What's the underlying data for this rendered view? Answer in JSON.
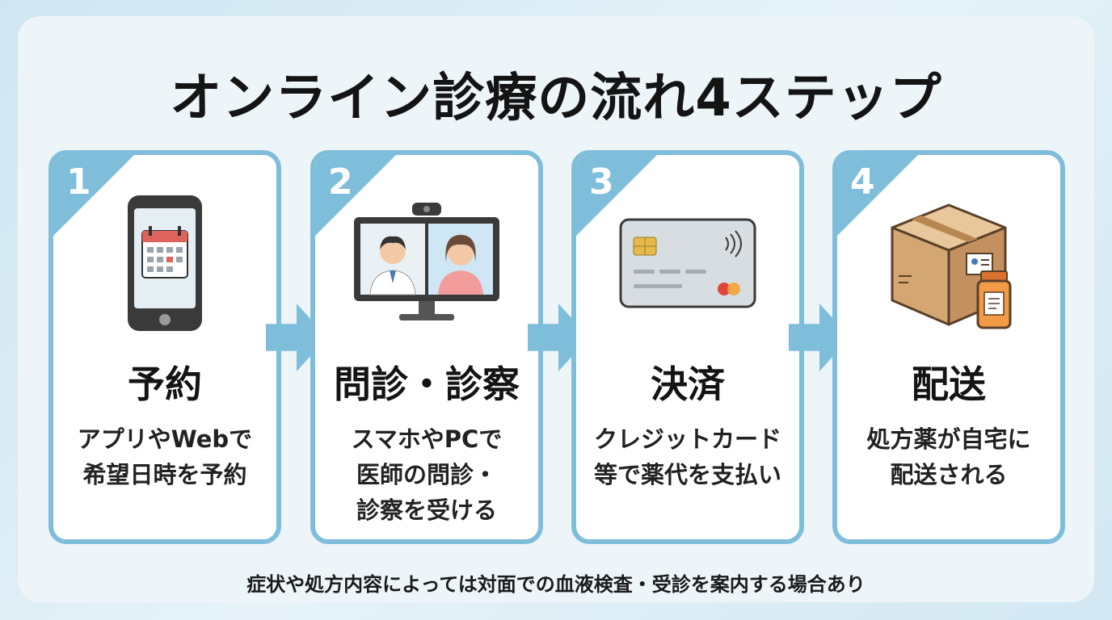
{
  "title": "オンライン診療の流れ4ステップ",
  "steps": [
    {
      "num": "1",
      "icon": "smartphone-calendar-icon",
      "title": "予約",
      "lines": [
        "アプリやWebで",
        "希望日時を予約"
      ]
    },
    {
      "num": "2",
      "icon": "video-consultation-icon",
      "title": "問診・診察",
      "lines": [
        "スマホやPCで",
        "医師の問診・",
        "診察を受ける"
      ]
    },
    {
      "num": "3",
      "icon": "credit-card-icon",
      "title": "決済",
      "lines": [
        "クレジットカード",
        "等で薬代を支払い"
      ]
    },
    {
      "num": "4",
      "icon": "package-medicine-icon",
      "title": "配送",
      "lines": [
        "処方薬が自宅に",
        "配送される"
      ]
    }
  ],
  "footnote": "症状や処方内容によっては対面での血液検査・受診を案内する場合あり",
  "colors": {
    "accent": "#7fbedb",
    "background": "#edf5f9"
  }
}
